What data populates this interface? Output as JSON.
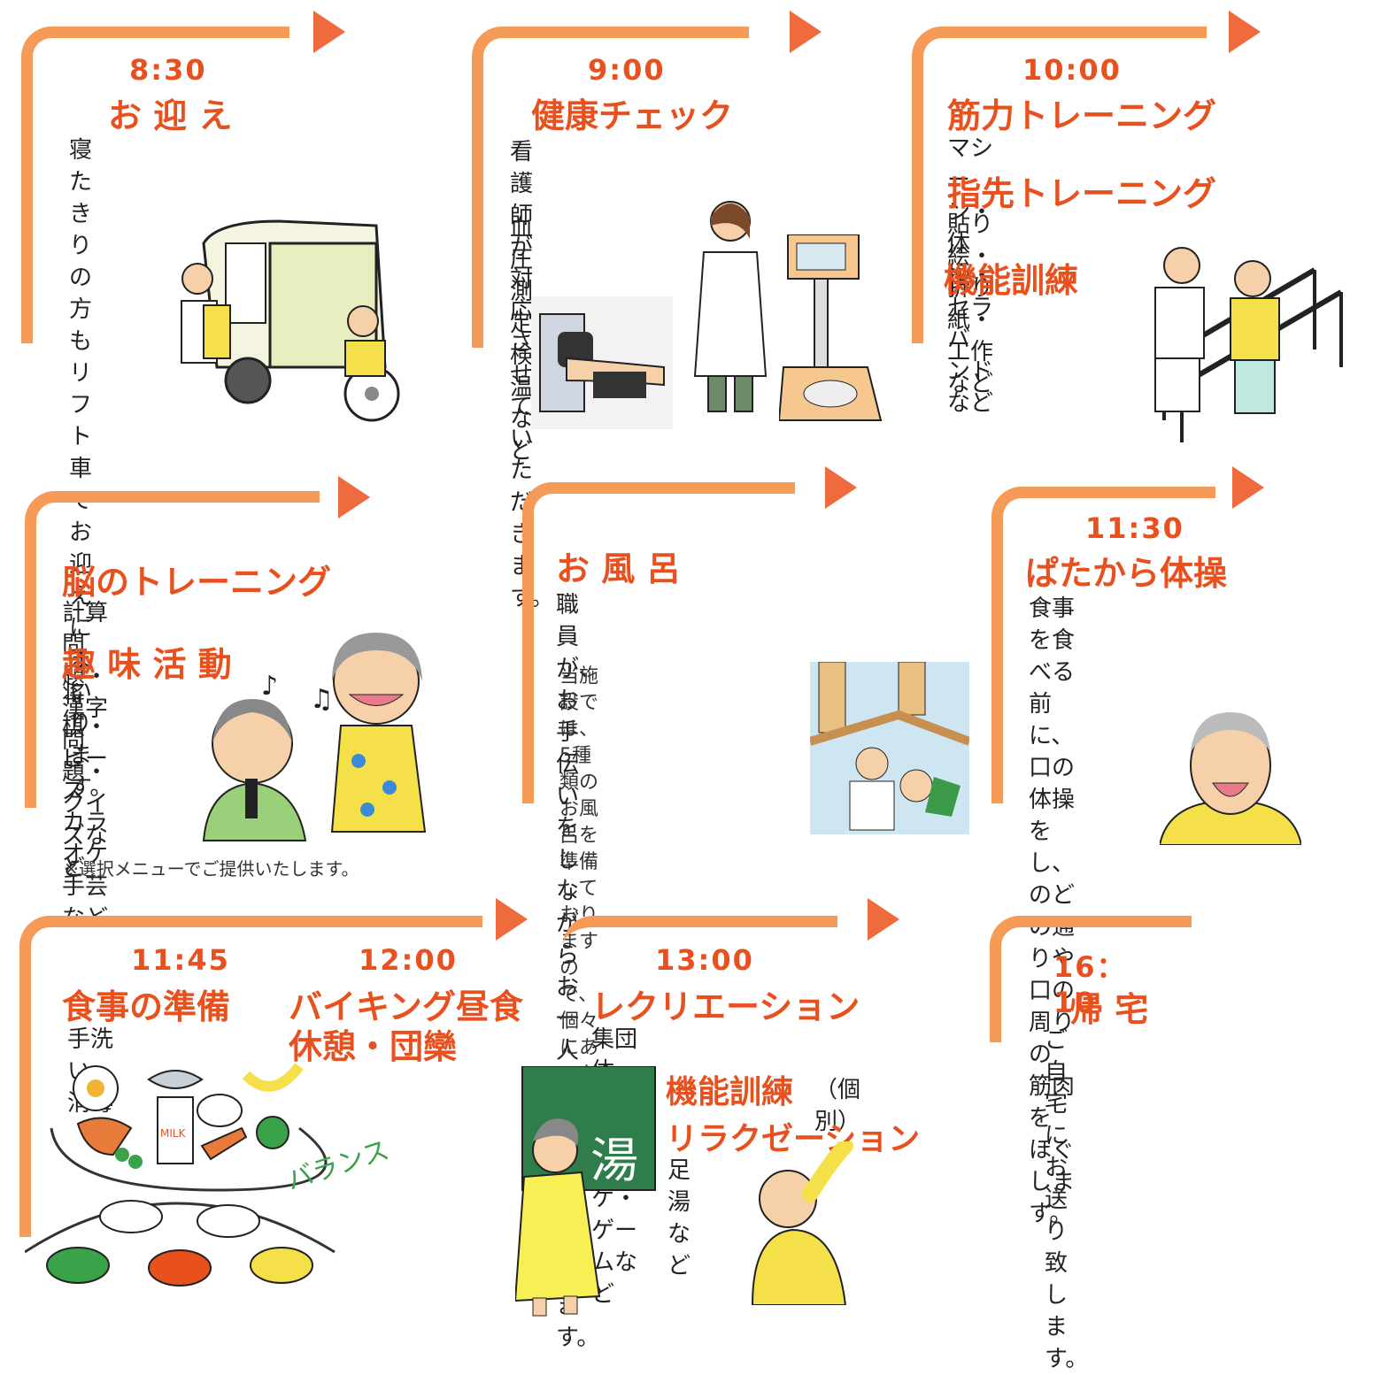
{
  "colors": {
    "accent": "#e8501e",
    "bracket": "#f59a57",
    "arrow": "#ef6a3c"
  },
  "steps": {
    "pickup": {
      "time": "8:30",
      "title": "お 迎 え",
      "desc": "寝たきりの方も\nリフト車でお迎えに\nまいります。"
    },
    "health": {
      "time": "9:00",
      "title": "健康チェック",
      "desc": "看護師が対応させて\nいただきます。",
      "detail": "血圧測定\n検温など"
    },
    "training": {
      "time": "10:00",
      "title": "筋力トレーニング",
      "desc": "マシーン・体操・セラバンドなど",
      "title2": "指先トレーニング",
      "desc2": "貼り絵・折り紙・工作など",
      "title3": "機能訓練"
    },
    "brain": {
      "title": "脳のトレーニング",
      "desc": "計算問題・漢字問題・クイズなど",
      "title2": "趣 味 活 動",
      "desc2": "将棋・ビーズ\nカラオケ\n手芸など",
      "note": "※選択メニューでご提供いたします。"
    },
    "bath": {
      "title": "お 風 呂",
      "desc": "職員が、お手伝いをしながら\nお一人ずつ入浴ができます。",
      "detail": "当施設では、5種類の\nお風呂を準備しており\nますので、個々にあった\n対応をさせて頂きます。"
    },
    "exercise": {
      "time": "11:30",
      "title": "ぱたから体操",
      "desc": "食事を食べる前に、\n口の体操をし、\nのどの通りや\n口の周りの\n筋肉を\nほぐします。"
    },
    "meal": {
      "time": "11:45",
      "title": "食事の準備",
      "desc": "手洗い・消毒",
      "time2": "12:00",
      "title2": "バイキング昼食",
      "title3": "休憩・団欒",
      "balance": "バランス",
      "milk": "MILK"
    },
    "recreation": {
      "time": "13:00",
      "title": "レクリエーション",
      "desc": "集団体操・カラオケ・ゲームなど",
      "title2": "機能訓練",
      "title2_suffix": "（個別）",
      "title3": "リラクゼーション",
      "desc3": "足湯など",
      "sign": "湯"
    },
    "home": {
      "time": "16：10",
      "title": "帰 宅",
      "desc": "ご自宅にお送り\n致します。"
    }
  }
}
